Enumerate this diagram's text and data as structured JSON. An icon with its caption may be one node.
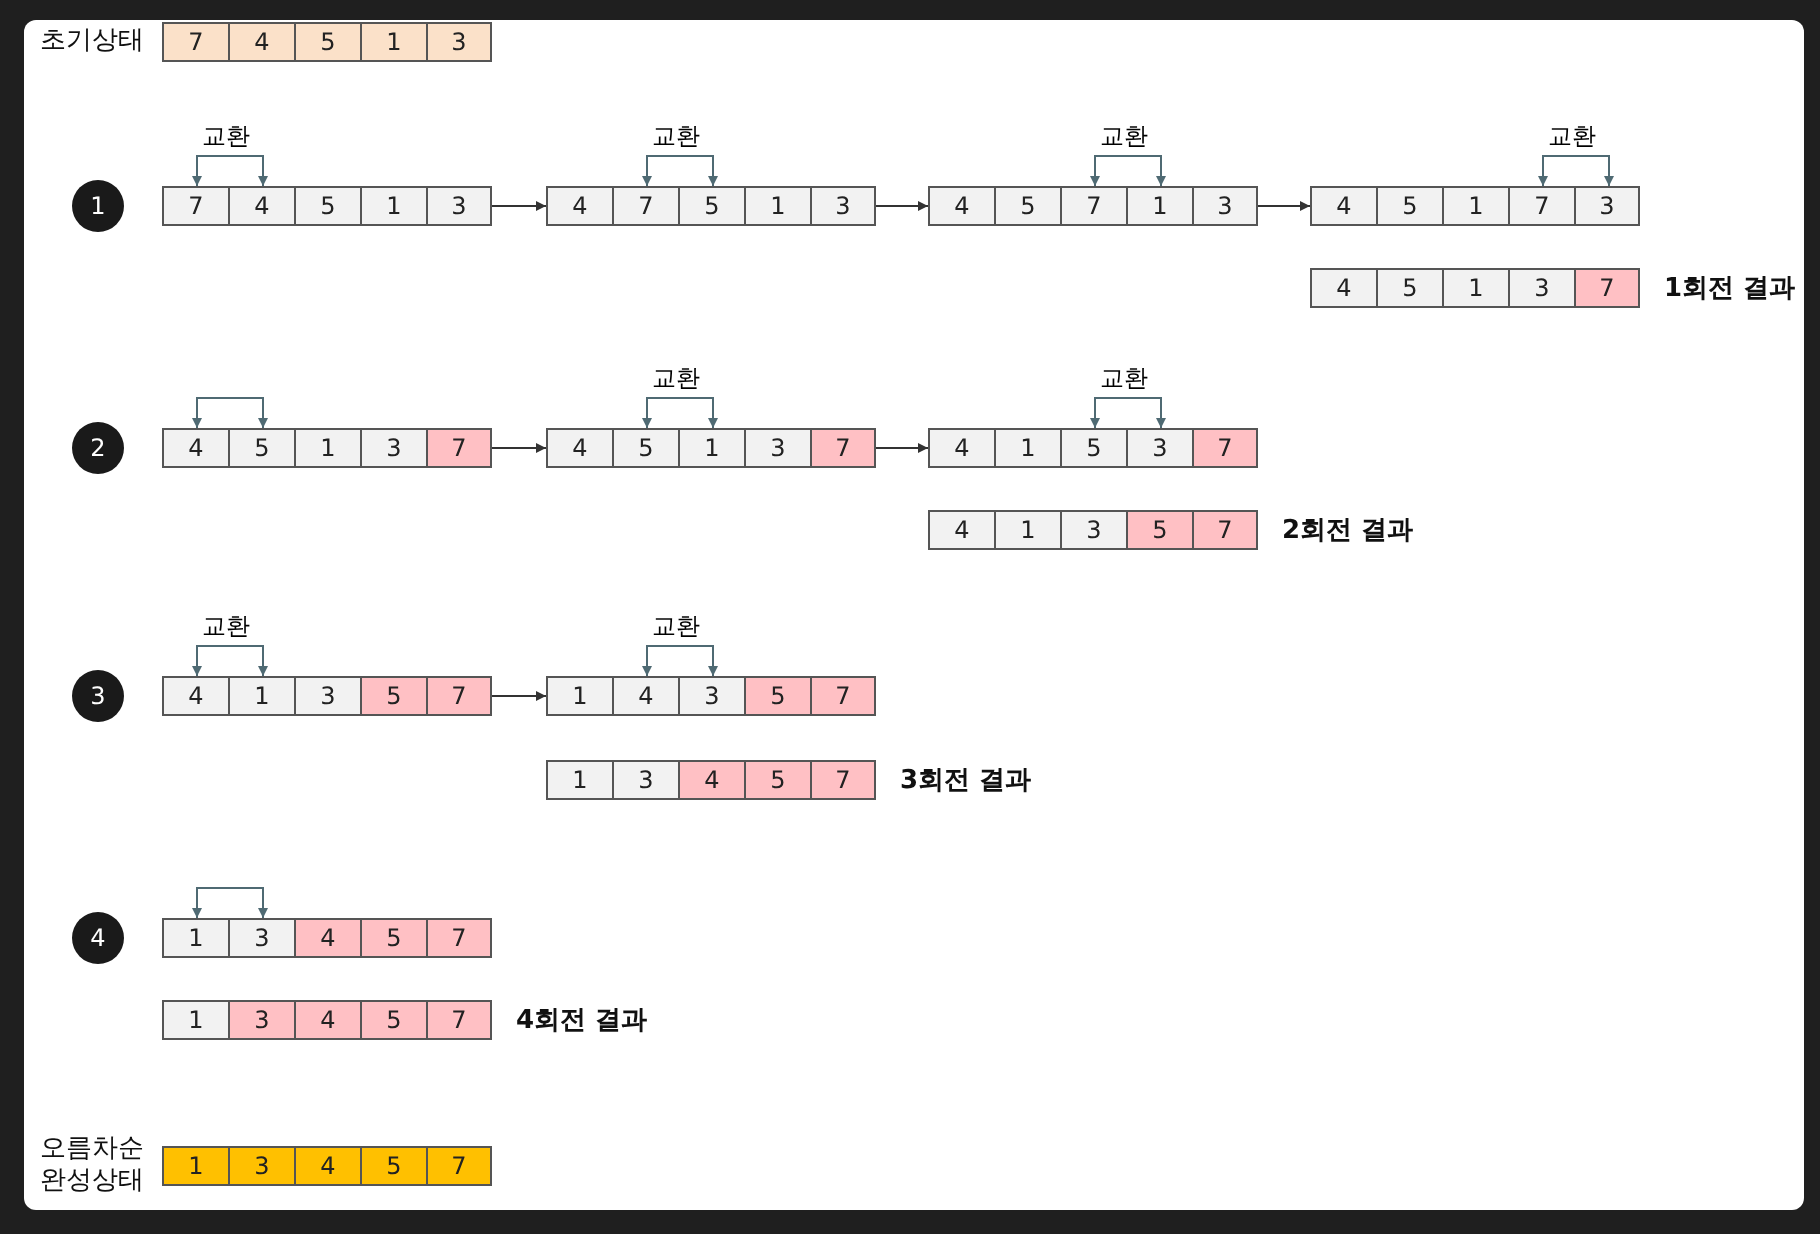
{
  "diagram": {
    "nodes": [
      {
        "text": [],
        "shape": "box",
        "beside": [
          "초기상태"
        ]
      },
      {
        "text": [
          "7"
        ],
        "in": 0
      },
      {
        "text": [
          "4"
        ],
        "in": 0
      },
      {
        "text": [
          "5"
        ],
        "in": 0
      },
      {
        "text": [
          "1"
        ],
        "in": 0
      },
      {
        "text": [
          "3"
        ],
        "in": 0
      },
      {
        "text": [
          "1"
        ]
      },
      {
        "text": [],
        "shape": "box"
      },
      {
        "text": [
          "7"
        ],
        "in": 7
      },
      {
        "text": [
          "4"
        ],
        "in": 7
      },
      {
        "text": [
          "5"
        ],
        "in": 7
      },
      {
        "text": [
          "1"
        ],
        "in": 7
      },
      {
        "text": [
          "3"
        ],
        "in": 7
      },
      {
        "text": [],
        "shape": "box"
      },
      {
        "text": [
          "4"
        ],
        "in": 13
      },
      {
        "text": [
          "7"
        ],
        "in": 13
      },
      {
        "text": [
          "5"
        ],
        "in": 13
      },
      {
        "text": [
          "1"
        ],
        "in": 13
      },
      {
        "text": [
          "3"
        ],
        "in": 13
      },
      {
        "text": [],
        "shape": "box"
      },
      {
        "text": [
          "4"
        ],
        "in": 19
      },
      {
        "text": [
          "5"
        ],
        "in": 19
      },
      {
        "text": [
          "7"
        ],
        "in": 19
      },
      {
        "text": [
          "1"
        ],
        "in": 19
      },
      {
        "text": [
          "3"
        ],
        "in": 19
      },
      {
        "text": [],
        "shape": "box"
      },
      {
        "text": [
          "4"
        ],
        "in": 25
      },
      {
        "text": [
          "5"
        ],
        "in": 25
      },
      {
        "text": [
          "1"
        ],
        "in": 25
      },
      {
        "text": [
          "7"
        ],
        "in": 25
      },
      {
        "text": [
          "3"
        ],
        "in": 25
      },
      {
        "text": [],
        "shape": "box",
        "beside": [
          "1회전 결과"
        ]
      },
      {
        "text": [
          "4"
        ],
        "in": 31
      },
      {
        "text": [
          "5"
        ],
        "in": 31
      },
      {
        "text": [
          "1"
        ],
        "in": 31
      },
      {
        "text": [
          "3"
        ],
        "in": 31
      },
      {
        "text": [
          "7"
        ],
        "in": 31
      },
      {
        "text": [
          "2"
        ]
      },
      {
        "text": [],
        "shape": "box"
      },
      {
        "text": [
          "4"
        ],
        "in": 38
      },
      {
        "text": [
          "5"
        ],
        "in": 38
      },
      {
        "text": [
          "1"
        ],
        "in": 38
      },
      {
        "text": [
          "3"
        ],
        "in": 38
      },
      {
        "text": [
          "7"
        ],
        "in": 38
      },
      {
        "text": [],
        "shape": "box"
      },
      {
        "text": [
          "4"
        ],
        "in": 44
      },
      {
        "text": [
          "5"
        ],
        "in": 44
      },
      {
        "text": [
          "1"
        ],
        "in": 44
      },
      {
        "text": [
          "3"
        ],
        "in": 44
      },
      {
        "text": [
          "7"
        ],
        "in": 44
      },
      {
        "text": [],
        "shape": "box"
      },
      {
        "text": [
          "4"
        ],
        "in": 50
      },
      {
        "text": [
          "1"
        ],
        "in": 50
      },
      {
        "text": [
          "5"
        ],
        "in": 50
      },
      {
        "text": [
          "3"
        ],
        "in": 50
      },
      {
        "text": [
          "7"
        ],
        "in": 50
      },
      {
        "text": [],
        "shape": "box",
        "beside": [
          "2회전 결과"
        ]
      },
      {
        "text": [
          "4"
        ],
        "in": 56
      },
      {
        "text": [
          "1"
        ],
        "in": 56
      },
      {
        "text": [
          "3"
        ],
        "in": 56
      },
      {
        "text": [
          "5"
        ],
        "in": 56
      },
      {
        "text": [
          "7"
        ],
        "in": 56
      },
      {
        "text": [
          "3"
        ]
      },
      {
        "text": [],
        "shape": "box"
      },
      {
        "text": [
          "4"
        ],
        "in": 63
      },
      {
        "text": [
          "1"
        ],
        "in": 63
      },
      {
        "text": [
          "3"
        ],
        "in": 63
      },
      {
        "text": [
          "5"
        ],
        "in": 63
      },
      {
        "text": [
          "7"
        ],
        "in": 63
      },
      {
        "text": [],
        "shape": "box"
      },
      {
        "text": [
          "1"
        ],
        "in": 69
      },
      {
        "text": [
          "4"
        ],
        "in": 69
      },
      {
        "text": [
          "3"
        ],
        "in": 69
      },
      {
        "text": [
          "5"
        ],
        "in": 69
      },
      {
        "text": [
          "7"
        ],
        "in": 69
      },
      {
        "text": [],
        "shape": "box",
        "beside": [
          "3회전 결과"
        ]
      },
      {
        "text": [
          "1"
        ],
        "in": 75
      },
      {
        "text": [
          "3"
        ],
        "in": 75
      },
      {
        "text": [
          "4"
        ],
        "in": 75
      },
      {
        "text": [
          "5"
        ],
        "in": 75
      },
      {
        "text": [
          "7"
        ],
        "in": 75
      },
      {
        "text": [
          "4"
        ]
      },
      {
        "text": [],
        "shape": "box"
      },
      {
        "text": [
          "1"
        ],
        "in": 82
      },
      {
        "text": [
          "3"
        ],
        "in": 82
      },
      {
        "text": [
          "4"
        ],
        "in": 82
      },
      {
        "text": [
          "5"
        ],
        "in": 82
      },
      {
        "text": [
          "7"
        ],
        "in": 82
      },
      {
        "text": [],
        "shape": "box",
        "beside": [
          "4회전 결과"
        ]
      },
      {
        "text": [
          "1"
        ],
        "in": 88
      },
      {
        "text": [
          "3"
        ],
        "in": 88
      },
      {
        "text": [
          "4"
        ],
        "in": 88
      },
      {
        "text": [
          "5"
        ],
        "in": 88
      },
      {
        "text": [
          "7"
        ],
        "in": 88
      },
      {
        "text": [],
        "shape": "box",
        "beside": [
          "오름차순 완성상태"
        ]
      },
      {
        "text": [
          "1"
        ],
        "in": 94
      },
      {
        "text": [
          "3"
        ],
        "in": 94
      },
      {
        "text": [
          "4"
        ],
        "in": 94
      },
      {
        "text": [
          "5"
        ],
        "in": 94
      },
      {
        "text": [
          "7"
        ],
        "in": 94
      }
    ],
    "edges": [
      {
        "from": 8,
        "to": 9,
        "arrow": "both",
        "label": "교환"
      },
      {
        "from": 7,
        "to": 13,
        "arrow": "to"
      },
      {
        "from": 15,
        "to": 16,
        "arrow": "both",
        "label": "교환"
      },
      {
        "from": 13,
        "to": 19,
        "arrow": "to"
      },
      {
        "from": 22,
        "to": 23,
        "arrow": "both",
        "label": "교환"
      },
      {
        "from": 19,
        "to": 25,
        "arrow": "to"
      },
      {
        "from": 29,
        "to": 30,
        "arrow": "both",
        "label": "교환"
      },
      {
        "from": 39,
        "to": 40,
        "arrow": "both"
      },
      {
        "from": 38,
        "to": 44,
        "arrow": "to"
      },
      {
        "from": 46,
        "to": 47,
        "arrow": "both",
        "label": "교환"
      },
      {
        "from": 44,
        "to": 50,
        "arrow": "to"
      },
      {
        "from": 53,
        "to": 54,
        "arrow": "both",
        "label": "교환"
      },
      {
        "from": 64,
        "to": 65,
        "arrow": "both",
        "label": "교환"
      },
      {
        "from": 63,
        "to": 69,
        "arrow": "to"
      },
      {
        "from": 71,
        "to": 72,
        "arrow": "both",
        "label": "교환"
      },
      {
        "from": 83,
        "to": 84,
        "arrow": "both"
      }
    ]
  }
}
